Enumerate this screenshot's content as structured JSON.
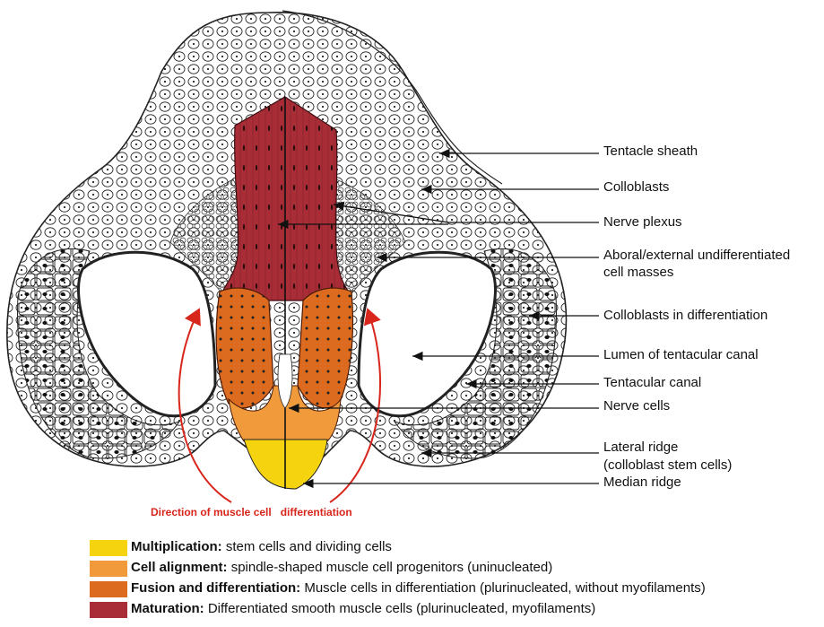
{
  "labels": {
    "tentacle_sheath": "Tentacle sheath",
    "colloblasts": "Colloblasts",
    "nerve_plexus": "Nerve plexus",
    "aboral_line1": "Aboral/external undifferentiated",
    "aboral_line2": "cell masses",
    "colloblasts_diff": "Colloblasts in differentiation",
    "lumen": "Lumen of tentacular canal",
    "tentacular_canal": "Tentacular canal",
    "nerve_cells": "Nerve cells",
    "lateral_line1": "Lateral ridge",
    "lateral_line2": "(colloblast stem cells)",
    "median_ridge": "Median ridge"
  },
  "direction_label": "Direction of muscle cell   differentiation",
  "legend": [
    {
      "term": "Multiplication:",
      "desc": "stem cells and dividing cells",
      "color": "#f5d40f"
    },
    {
      "term": "Cell alignment:",
      "desc": "spindle-shaped muscle cell progenitors (uninucleated)",
      "color": "#f09a3c"
    },
    {
      "term": "Fusion and differentiation:",
      "desc": "Muscle cells in differentiation (plurinucleated, without myofilaments)",
      "color": "#dc6a1f"
    },
    {
      "term": "Maturation:",
      "desc": "Differentiated smooth muscle cells (plurinucleated, myofilaments)",
      "color": "#a92d36"
    }
  ],
  "colors": {
    "maturation": "#a92d36",
    "fusion": "#dc6a1f",
    "alignment": "#f09a3c",
    "multiplication": "#f5d40f",
    "arrow": "#d9261c"
  }
}
